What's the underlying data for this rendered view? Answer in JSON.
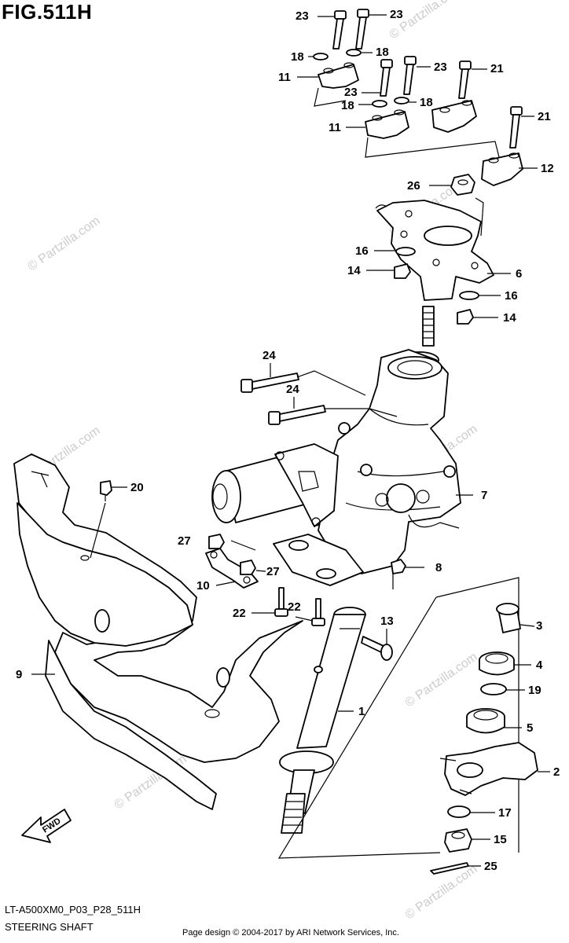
{
  "figure": {
    "title": "FIG.511H",
    "drawing_code": "LT-A500XM0_P03_P28_511H",
    "subtitle": "STEERING SHAFT",
    "copyright": "Page design © 2004-2017 by ARI Network Services, Inc."
  },
  "watermark": {
    "text": "© Partzilla.com"
  },
  "direction_arrow": {
    "label": "FWD"
  },
  "callouts": [
    {
      "id": "c1",
      "number": "1"
    },
    {
      "id": "c2",
      "number": "2"
    },
    {
      "id": "c3",
      "number": "3"
    },
    {
      "id": "c4",
      "number": "4"
    },
    {
      "id": "c5",
      "number": "5"
    },
    {
      "id": "c6",
      "number": "6"
    },
    {
      "id": "c7",
      "number": "7"
    },
    {
      "id": "c8",
      "number": "8"
    },
    {
      "id": "c9",
      "number": "9"
    },
    {
      "id": "c10",
      "number": "10"
    },
    {
      "id": "c11a",
      "number": "11"
    },
    {
      "id": "c11b",
      "number": "11"
    },
    {
      "id": "c12",
      "number": "12"
    },
    {
      "id": "c13",
      "number": "13"
    },
    {
      "id": "c14a",
      "number": "14"
    },
    {
      "id": "c14b",
      "number": "14"
    },
    {
      "id": "c15",
      "number": "15"
    },
    {
      "id": "c16a",
      "number": "16"
    },
    {
      "id": "c16b",
      "number": "16"
    },
    {
      "id": "c17",
      "number": "17"
    },
    {
      "id": "c18a",
      "number": "18"
    },
    {
      "id": "c18b",
      "number": "18"
    },
    {
      "id": "c18c",
      "number": "18"
    },
    {
      "id": "c18d",
      "number": "18"
    },
    {
      "id": "c19",
      "number": "19"
    },
    {
      "id": "c20",
      "number": "20"
    },
    {
      "id": "c21a",
      "number": "21"
    },
    {
      "id": "c21b",
      "number": "21"
    },
    {
      "id": "c22a",
      "number": "22"
    },
    {
      "id": "c22b",
      "number": "22"
    },
    {
      "id": "c23a",
      "number": "23"
    },
    {
      "id": "c23b",
      "number": "23"
    },
    {
      "id": "c23c",
      "number": "23"
    },
    {
      "id": "c23d",
      "number": "23"
    },
    {
      "id": "c24a",
      "number": "24"
    },
    {
      "id": "c24b",
      "number": "24"
    },
    {
      "id": "c25",
      "number": "25"
    },
    {
      "id": "c26",
      "number": "26"
    },
    {
      "id": "c27a",
      "number": "27"
    },
    {
      "id": "c27b",
      "number": "27"
    }
  ]
}
